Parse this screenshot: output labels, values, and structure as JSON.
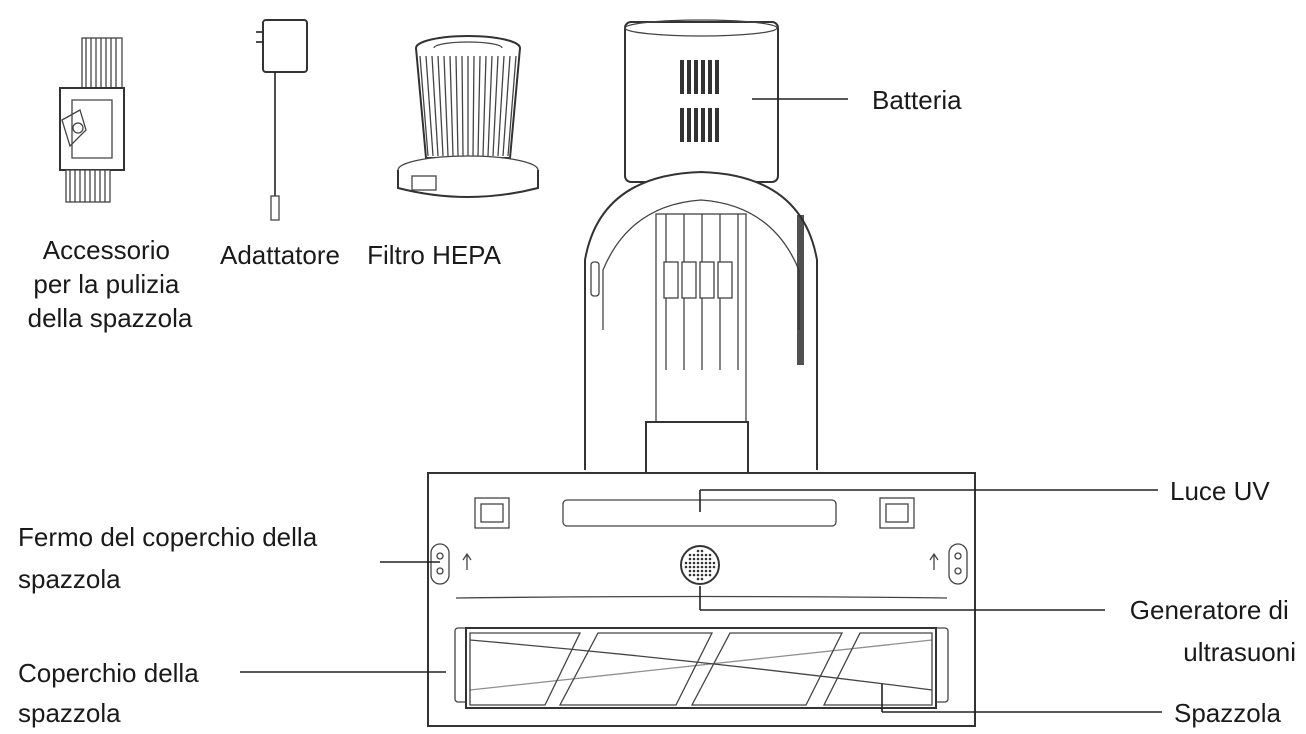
{
  "accessories": {
    "brush_tool": {
      "lines": [
        "Accessorio",
        "per la pulizia",
        "della spazzola"
      ]
    },
    "adapter": {
      "label": "Adattatore"
    },
    "hepa": {
      "label": "Filtro HEPA"
    }
  },
  "callouts": {
    "battery": "Batteria",
    "uv_light": "Luce UV",
    "cover_latch": [
      "Fermo del coperchio della",
      "spazzola"
    ],
    "ultrasonic": [
      "Generatore di",
      "ultrasuoni"
    ],
    "brush_cover": [
      "Coperchio della",
      "spazzola"
    ],
    "brush": "Spazzola"
  }
}
